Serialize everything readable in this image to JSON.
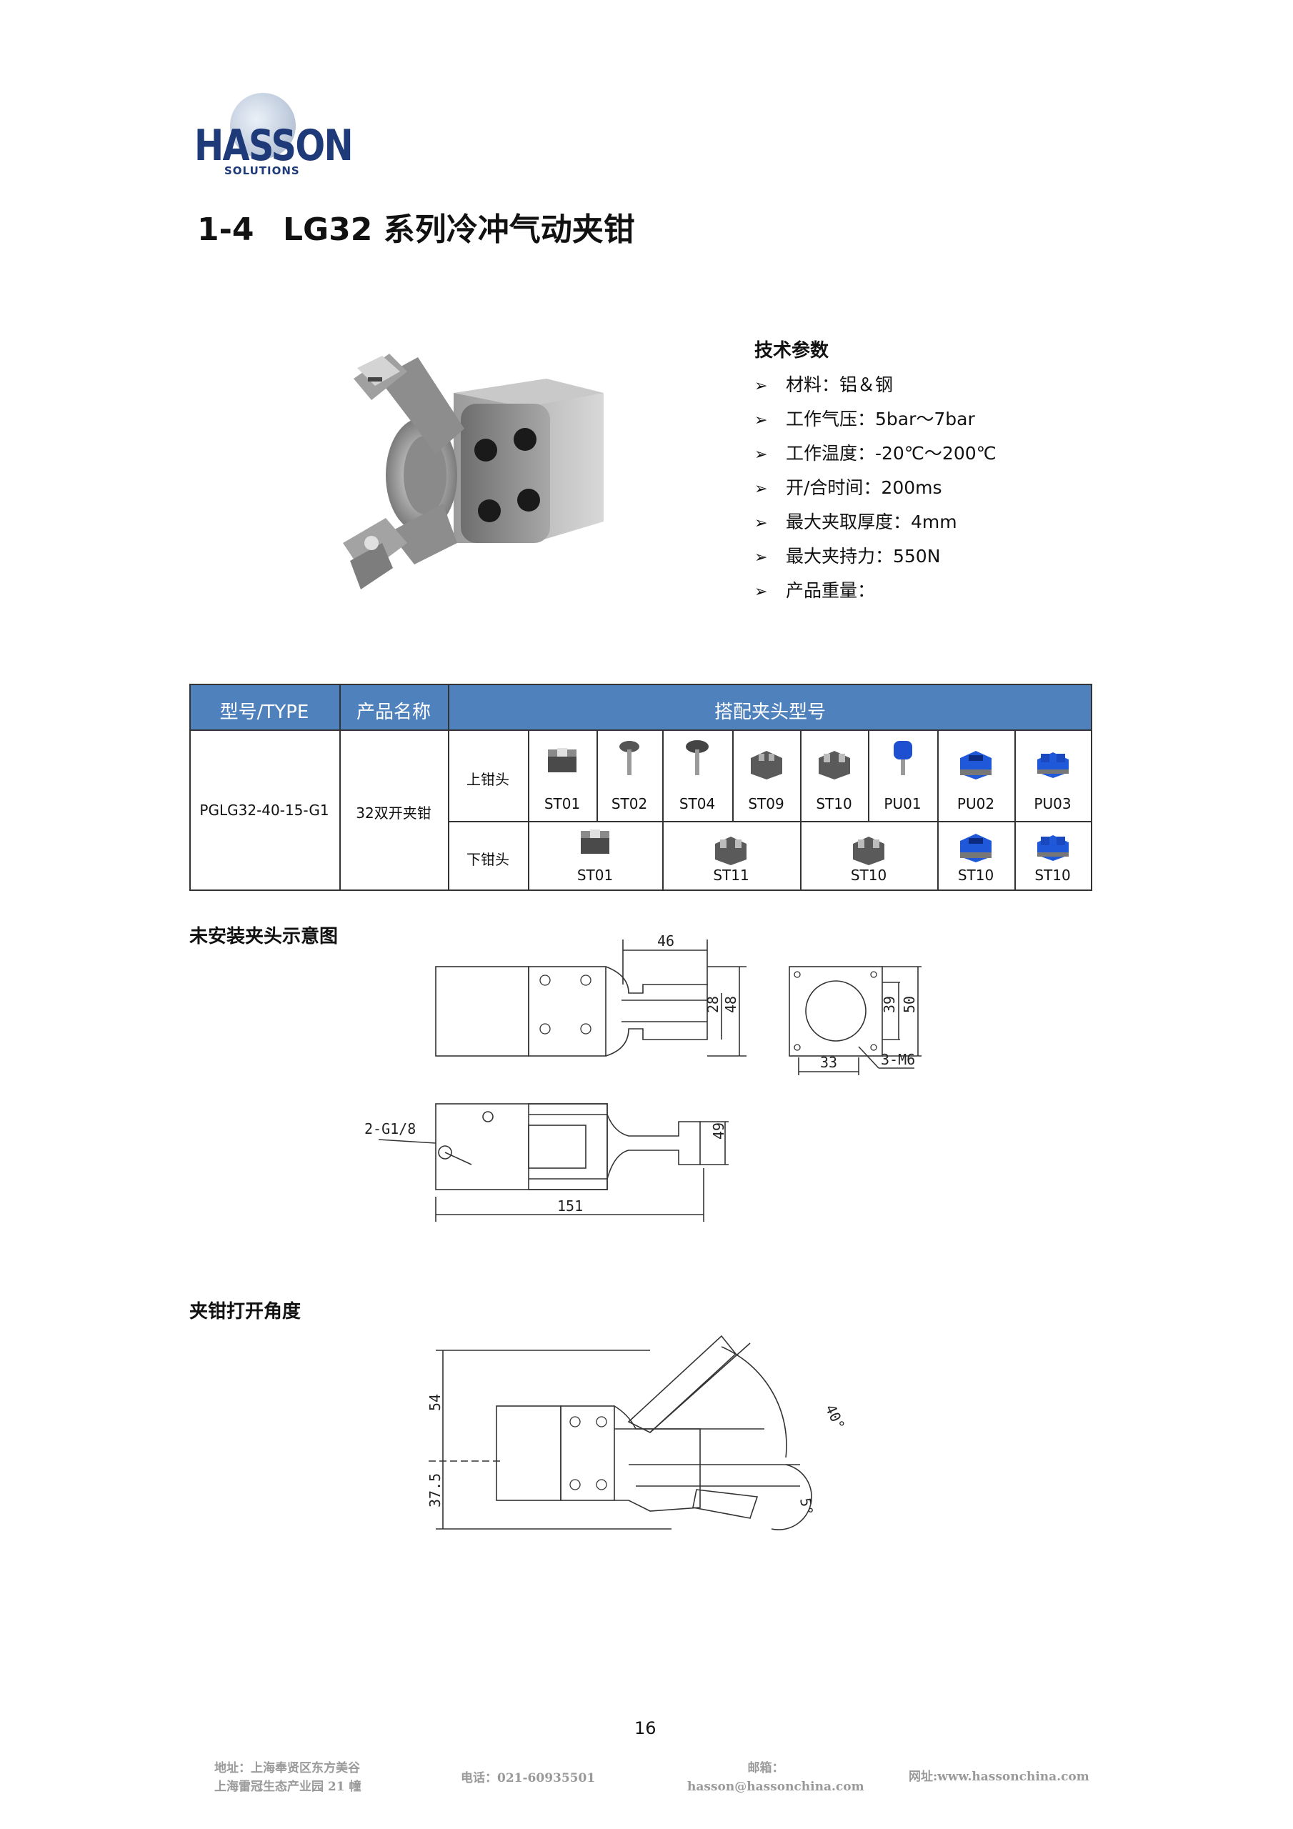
{
  "logo": {
    "brand": "HASSON",
    "sub": "SOLUTIONS"
  },
  "heading": {
    "number": "1-4",
    "title": "LG32 系列冷冲气动夹钳"
  },
  "specs": {
    "title": "技术参数",
    "items": [
      "材料：铝＆钢",
      "工作气压：5bar～7bar",
      "工作温度：-20℃～200℃",
      "开/合时间：200ms",
      "最大夹取厚度：4mm",
      "最大夹持力：550N",
      "产品重量："
    ]
  },
  "table": {
    "headers": [
      "型号/TYPE",
      "产品名称",
      "搭配夹头型号"
    ],
    "model": "PGLG32-40-15-G1",
    "name": "32双开夹钳",
    "upper_label": "上钳头",
    "lower_label": "下钳头",
    "upper": [
      {
        "code": "ST01",
        "icon": "gripper-st01-icon",
        "color": "#5a5a5a"
      },
      {
        "code": "ST02",
        "icon": "gripper-st02-icon",
        "color": "#6a6a6a"
      },
      {
        "code": "ST04",
        "icon": "gripper-st04-icon",
        "color": "#555555"
      },
      {
        "code": "ST09",
        "icon": "gripper-st09-icon",
        "color": "#606060"
      },
      {
        "code": "ST10",
        "icon": "gripper-st10-icon",
        "color": "#606060"
      },
      {
        "code": "PU01",
        "icon": "gripper-pu01-icon",
        "color": "#1f4fd1"
      },
      {
        "code": "PU02",
        "icon": "gripper-pu02-icon",
        "color": "#1f58d8"
      },
      {
        "code": "PU03",
        "icon": "gripper-pu03-icon",
        "color": "#1f58d8"
      }
    ],
    "lower": [
      {
        "code": "ST01",
        "icon": "gripper-st01-icon",
        "color": "#5a5a5a"
      },
      {
        "code": "ST11",
        "icon": "gripper-st11-icon",
        "color": "#606060"
      },
      {
        "code": "ST10",
        "icon": "gripper-st10-icon",
        "color": "#606060"
      },
      {
        "code": "ST10",
        "icon": "gripper-st10-blue-icon",
        "color": "#1f58d8"
      },
      {
        "code": "ST10",
        "icon": "gripper-st10-blue-icon",
        "color": "#1f58d8"
      }
    ]
  },
  "section1": {
    "title": "未安装夹头示意图",
    "dims": {
      "d46": "46",
      "d28": "28",
      "d48": "48",
      "d39": "39",
      "d50": "50",
      "d33": "33",
      "m6": "3-M6",
      "gv8": "2-G1/8",
      "d49": "49",
      "d151": "151"
    }
  },
  "section2": {
    "title": "夹钳打开角度",
    "dims": {
      "d54": "54",
      "d375": "37.5",
      "a40": "40°",
      "a5": "5°"
    }
  },
  "page_number": "16",
  "footer": {
    "address_l1": "地址：上海奉贤区东方美谷",
    "address_l2": "上海雷冠生态产业园 21 幢",
    "phone": "电话：021-60935501",
    "email_label": "邮箱：",
    "email": "hasson@hassonchina.com",
    "website": "网址:www.hassonchina.com"
  }
}
